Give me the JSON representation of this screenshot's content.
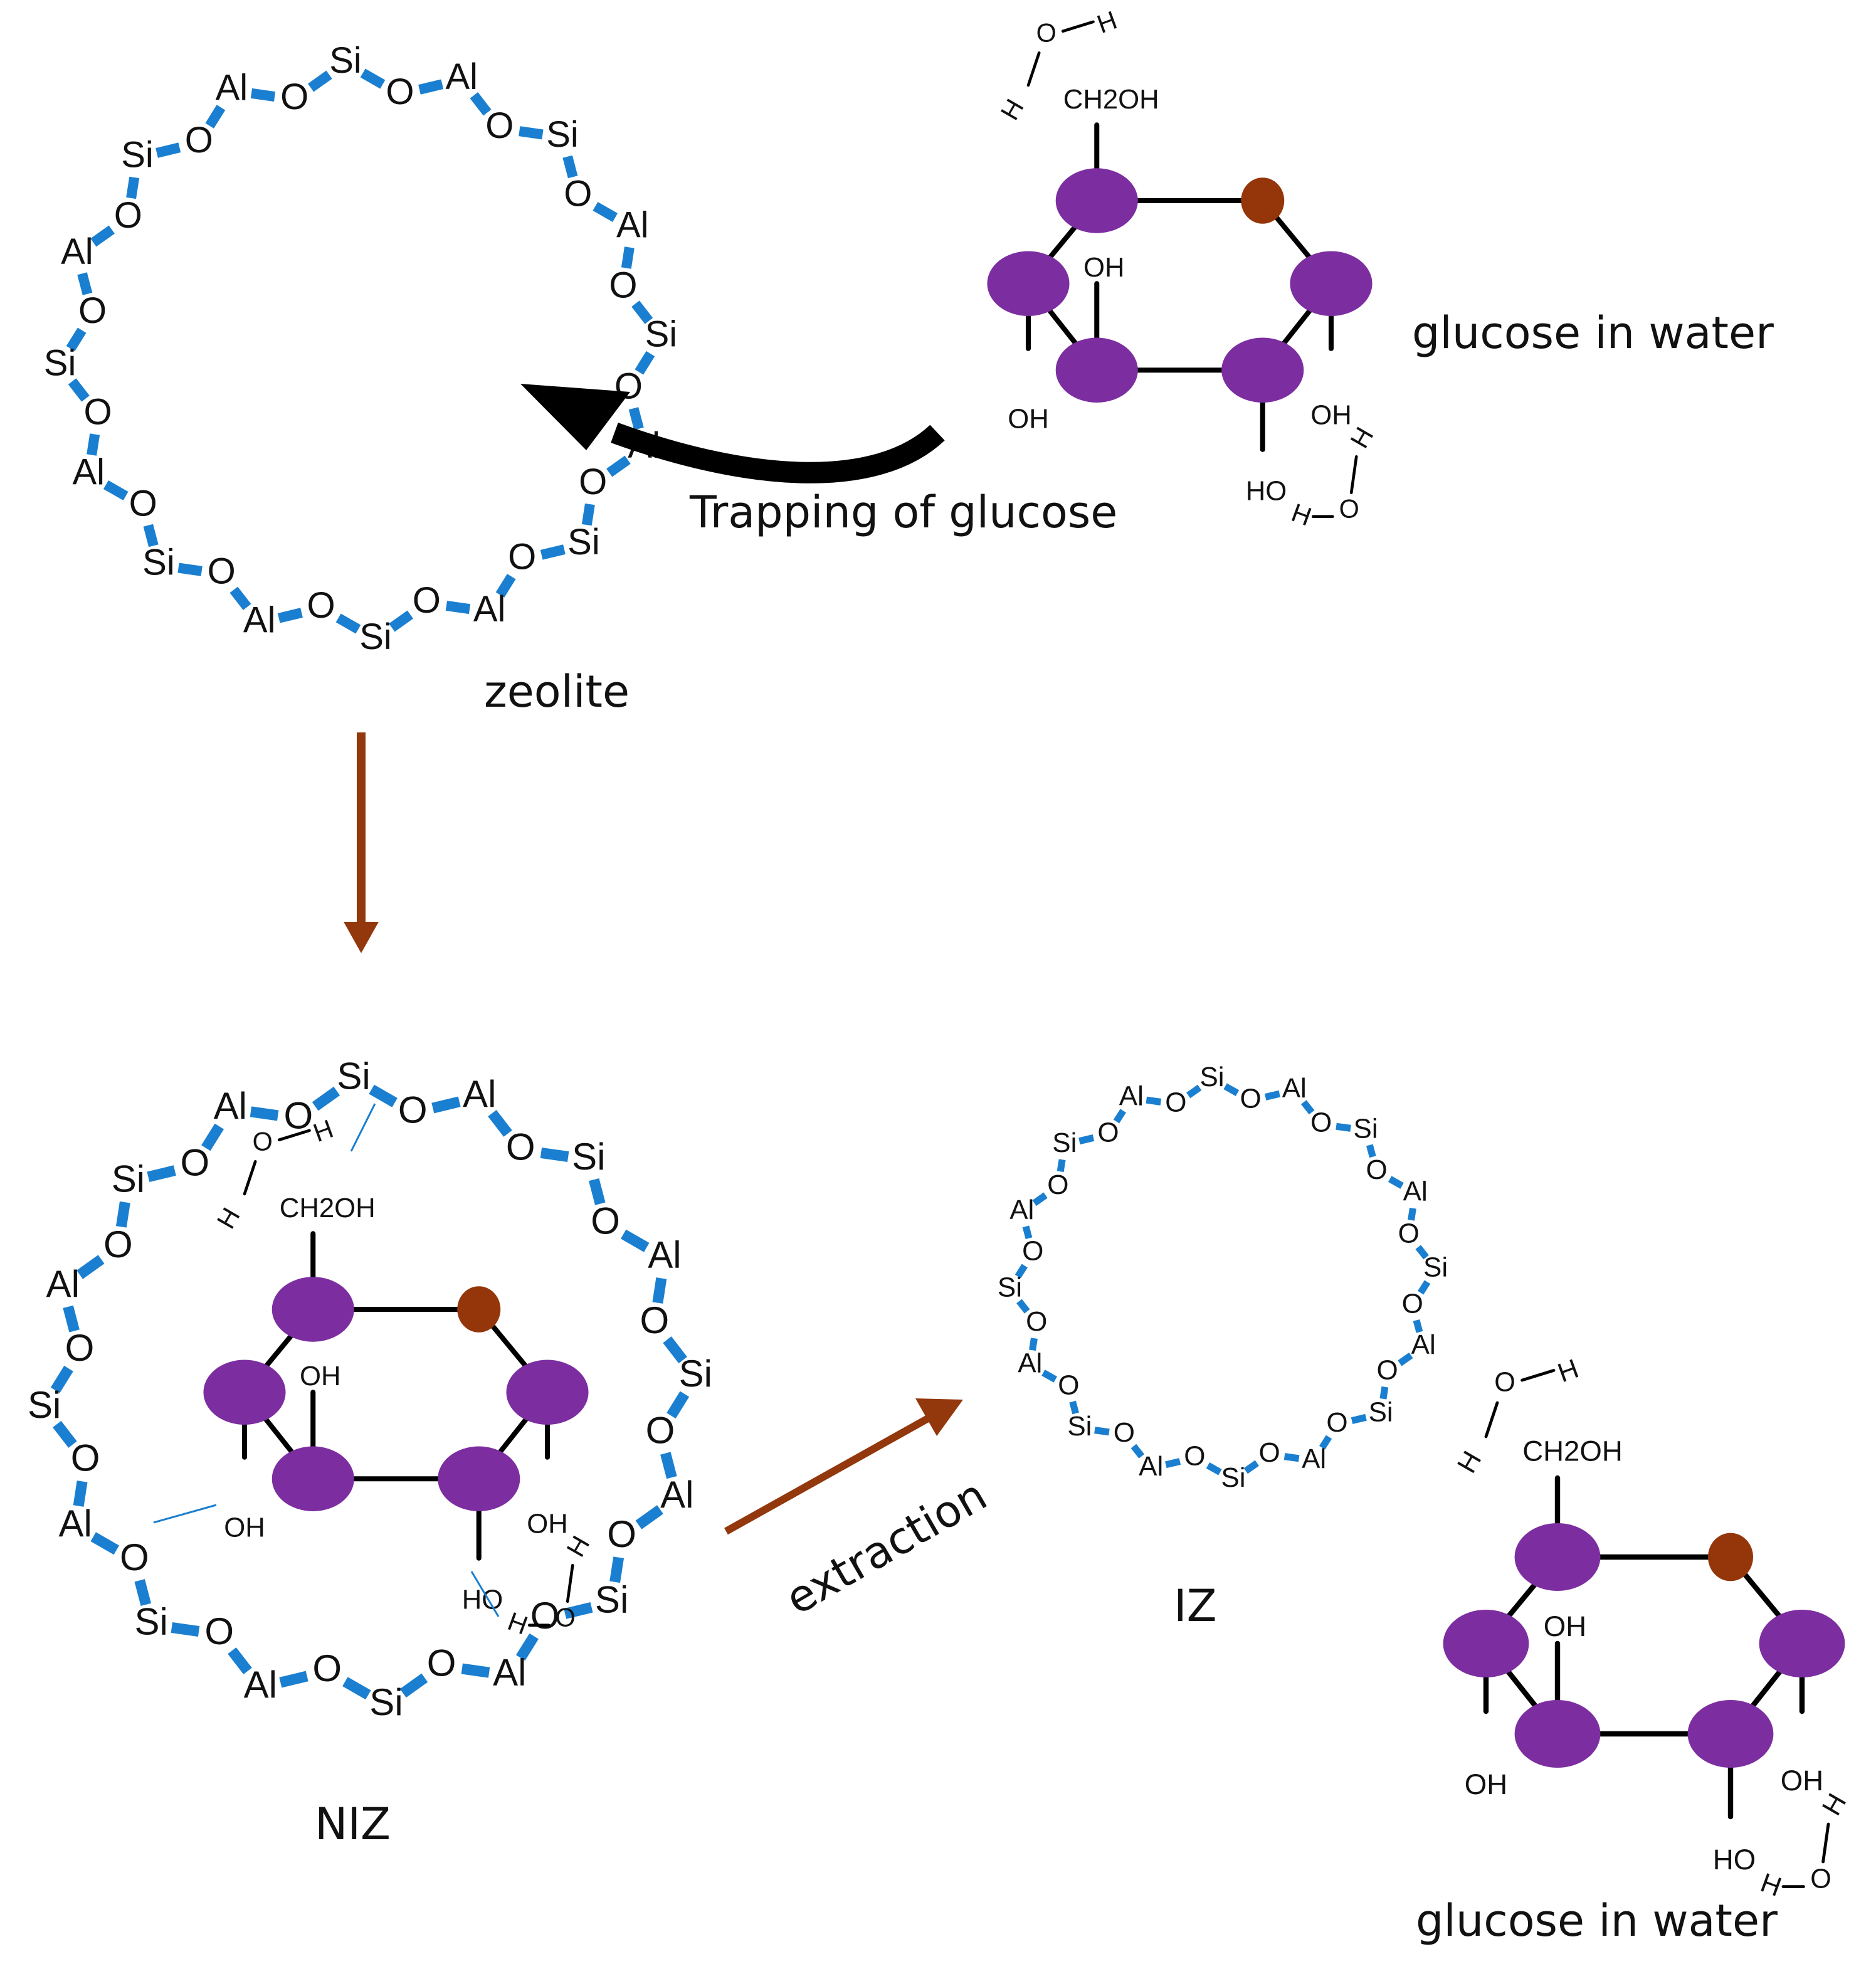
{
  "colors": {
    "framework_bond": "#1a7fd0",
    "carbon": "#7c2ea0",
    "ring_oxygen": "#94360a",
    "process_arrow": "#93370c",
    "trap_arrow": "#000000",
    "bond": "#000000"
  },
  "labels": {
    "glucose_top": "glucose in water",
    "trapping": "Trapping of glucose",
    "zeolite": "zeolite",
    "niz": "NIZ",
    "iz": "IZ",
    "extraction": "extraction",
    "glucose_bottom": "glucose in water"
  },
  "framework_atoms": [
    "Si",
    "O",
    "Al",
    "O",
    "Si",
    "O",
    "Al",
    "O",
    "Si",
    "O",
    "Al",
    "O",
    "Si",
    "O",
    "Al",
    "O",
    "Si",
    "O",
    "Al",
    "O",
    "Si",
    "O",
    "Al",
    "O",
    "Si",
    "O",
    "Al",
    "O",
    "Si",
    "O",
    "Al",
    "O"
  ],
  "glucose": {
    "ch2oh": "CH2OH",
    "oh_inner": "OH",
    "oh_left": "OH",
    "oh_right": "OH",
    "ho_bottom": "HO",
    "water_h": "H",
    "water_o": "O"
  }
}
